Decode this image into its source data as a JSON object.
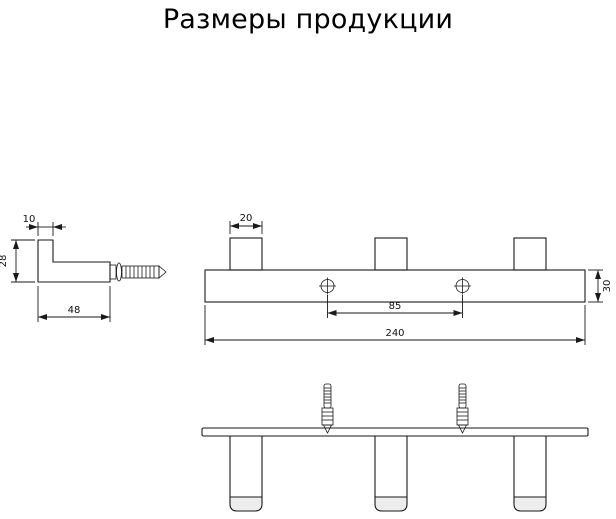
{
  "page": {
    "title": "Размеры продукции",
    "background_color": "#ffffff",
    "line_color": "#1a1a1a"
  },
  "views": {
    "side": {
      "dims": {
        "top_width": "10",
        "height": "28",
        "depth": "48"
      }
    },
    "front": {
      "dims": {
        "hook_width": "20",
        "hole_spacing": "85",
        "total_length": "240",
        "rail_height": "30"
      }
    }
  }
}
